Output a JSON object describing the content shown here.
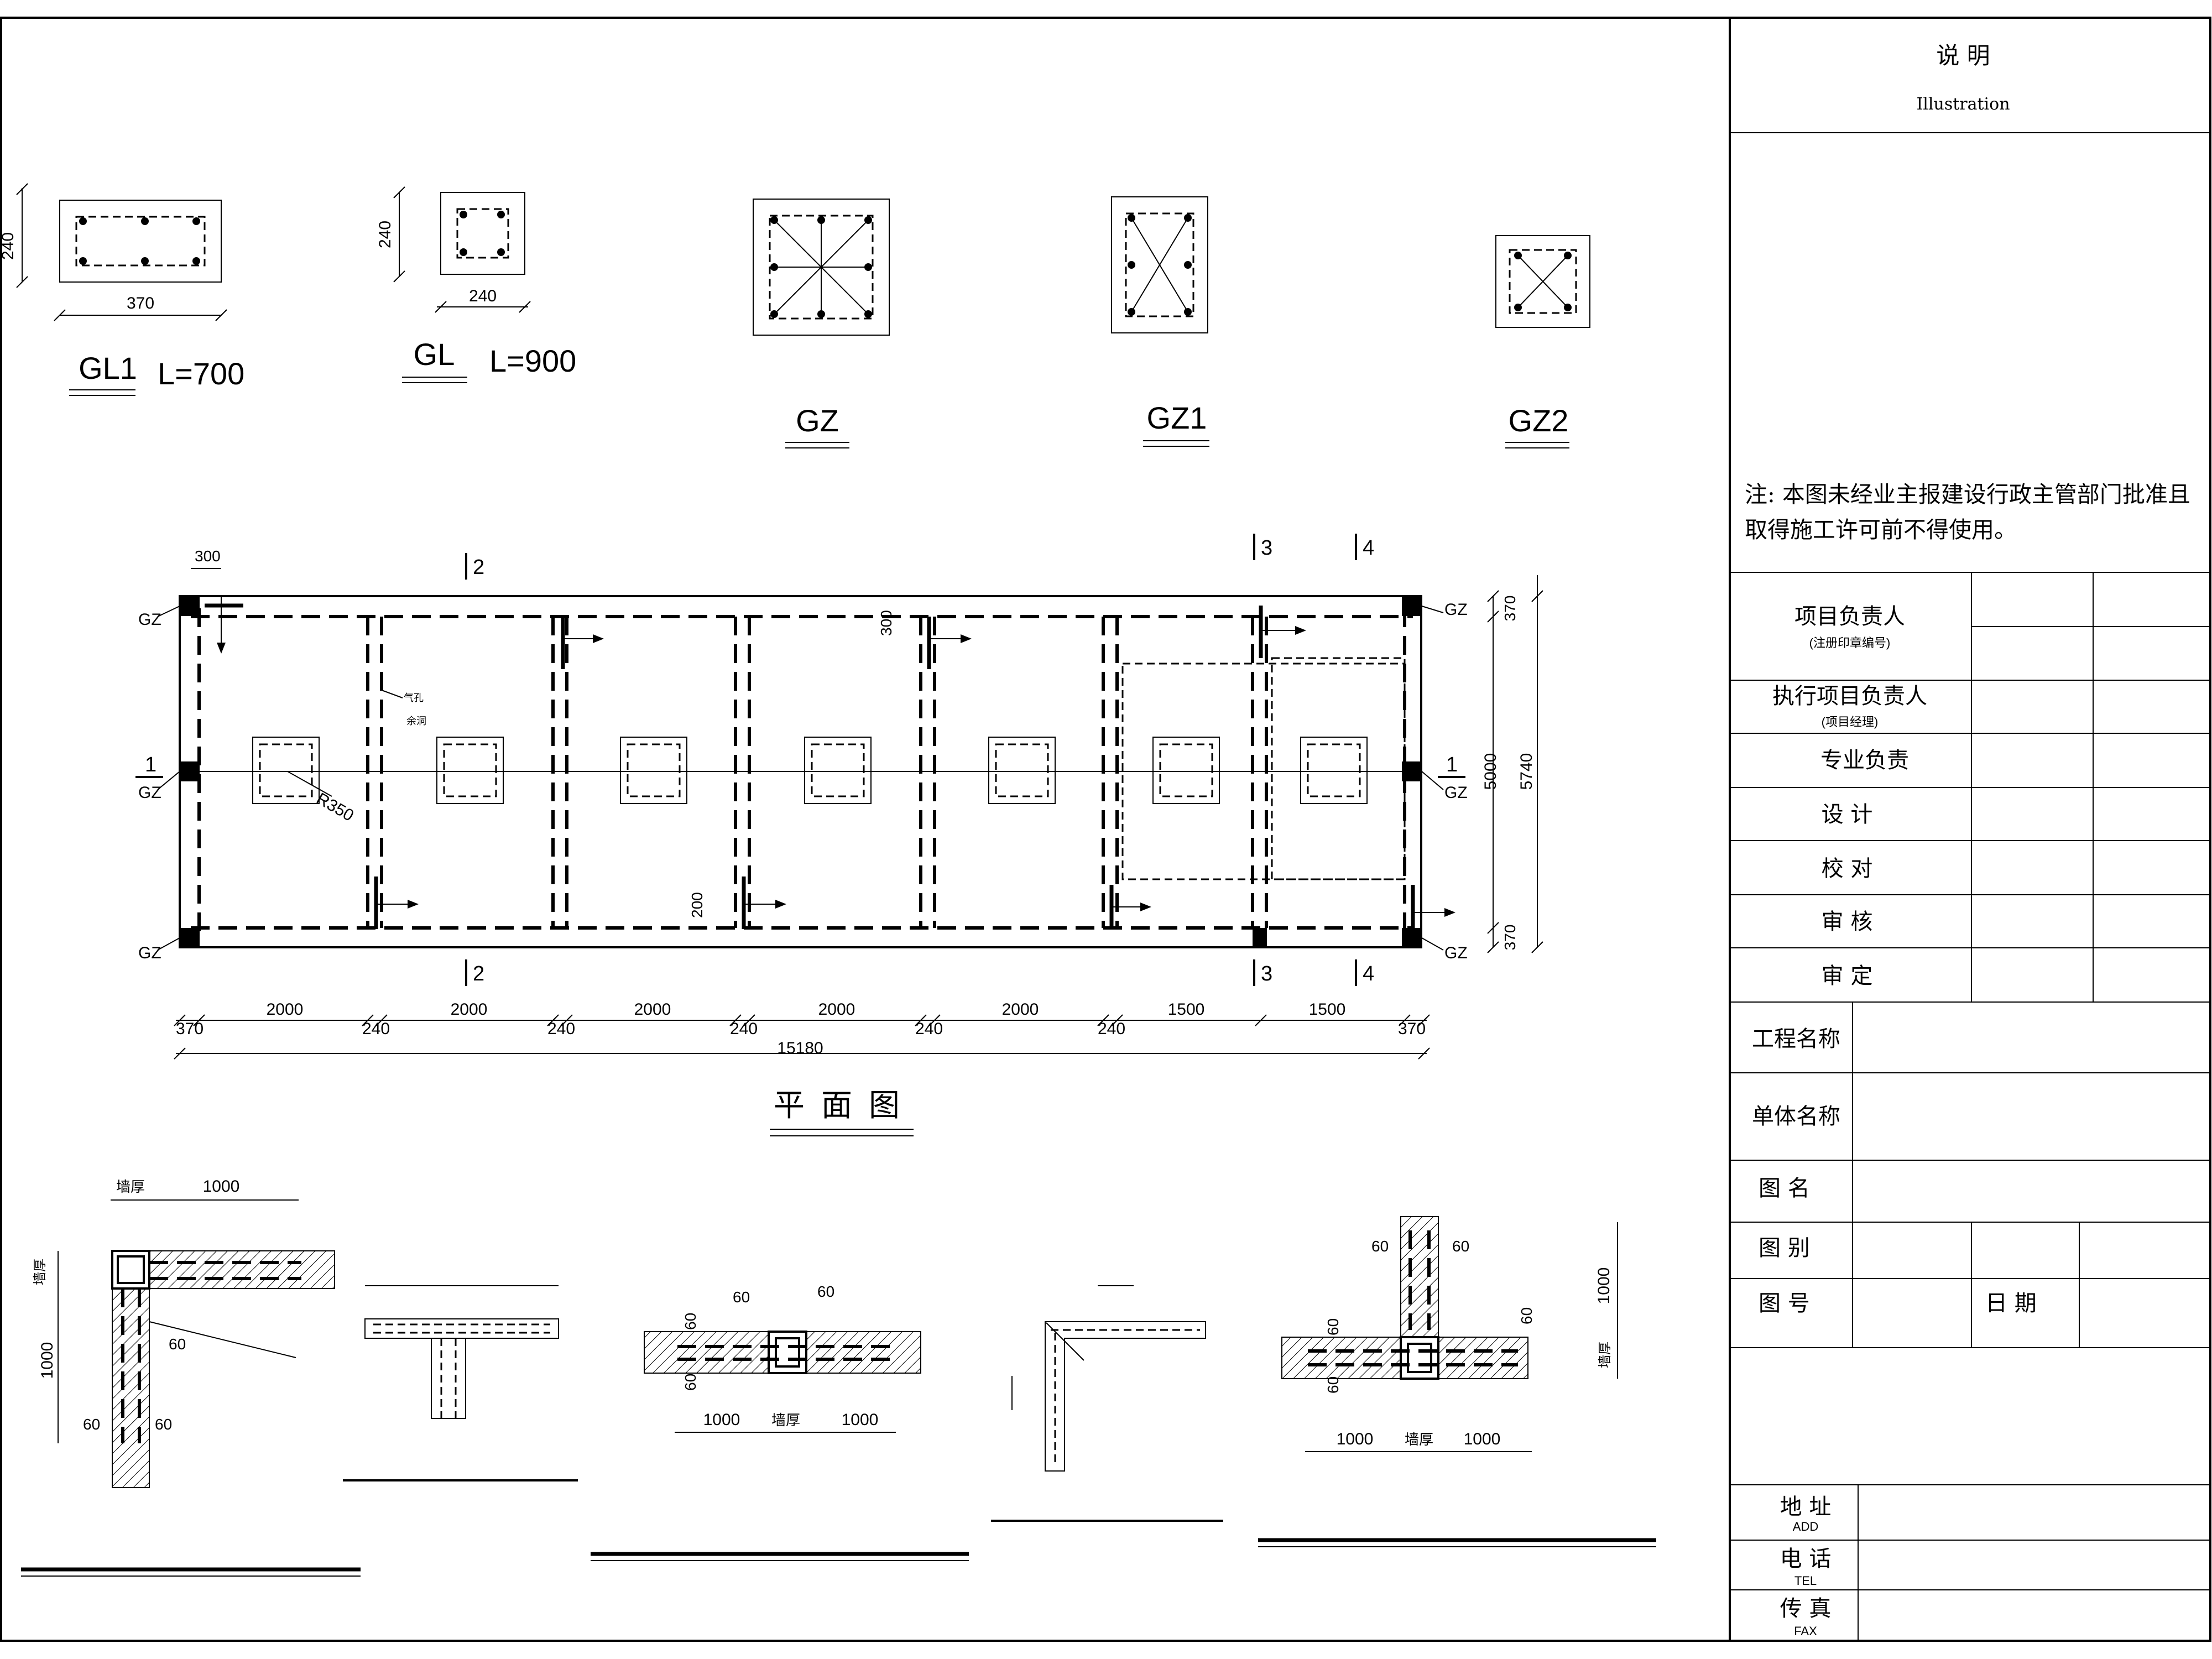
{
  "sections": {
    "gl1": {
      "name": "GL1",
      "length": "L=700",
      "dim_w": "370",
      "dim_h": "240"
    },
    "gl": {
      "name": "GL",
      "length": "L=900",
      "dim_w": "240",
      "dim_h": "240"
    },
    "gz": {
      "name": "GZ"
    },
    "gz1": {
      "name": "GZ1"
    },
    "gz2": {
      "name": "GZ2"
    }
  },
  "plan": {
    "title": "平面图",
    "column_label": "GZ",
    "cut_labels": [
      "1",
      "2",
      "3",
      "4"
    ],
    "bay_dims": [
      "2000",
      "2000",
      "2000",
      "2000",
      "2000",
      "1500",
      "1500"
    ],
    "wall_dims": [
      "370",
      "240",
      "240",
      "240",
      "240",
      "240",
      "370"
    ],
    "total": "15180",
    "right_dims": {
      "top": "370",
      "mid": "5000",
      "bot": "370",
      "total": "5740"
    },
    "note_300a": "300",
    "note_300b": "300",
    "note_200": "200",
    "radius": "R350",
    "hole_label_1": "气孔",
    "hole_label_2": "余洞"
  },
  "details": {
    "wall_thk": "墙厚",
    "d1000": "1000",
    "d60": "60"
  },
  "titleblock": {
    "heading_cn": "说  明",
    "heading_en": "Illustration",
    "note": "注: 本图未经业主报建设行政主管部门批准且取得施工许可前不得使用。",
    "rows": [
      {
        "label": "项目负责人",
        "sub": "(注册印章编号)"
      },
      {
        "label": "执行项目负责人",
        "sub": "(项目经理)"
      },
      {
        "label": "专业负责",
        "sub": ""
      },
      {
        "label": "设  计",
        "sub": ""
      },
      {
        "label": "校  对",
        "sub": ""
      },
      {
        "label": "审  核",
        "sub": ""
      },
      {
        "label": "审  定",
        "sub": ""
      }
    ],
    "project_name": "工程名称",
    "unit_name": "单体名称",
    "drawing_name": "图  名",
    "drawing_type": "图  别",
    "drawing_no": "图  号",
    "date": "日  期",
    "address": {
      "cn": "地  址",
      "en": "ADD"
    },
    "phone": {
      "cn": "电  话",
      "en": "TEL"
    },
    "fax": {
      "cn": "传  真",
      "en": "FAX"
    }
  }
}
